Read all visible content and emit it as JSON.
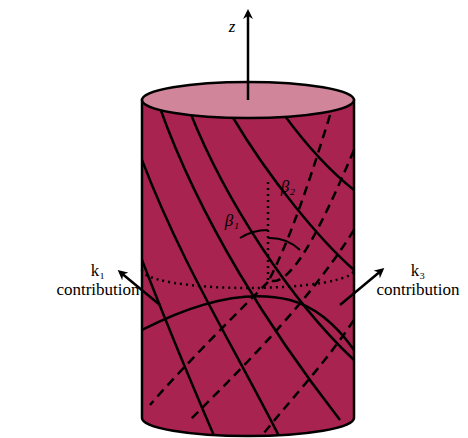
{
  "diagram": {
    "labels": [
      "z",
      "β₁",
      "β₂",
      "k₁ contribution",
      "k₃ contribution"
    ]
  }
}
